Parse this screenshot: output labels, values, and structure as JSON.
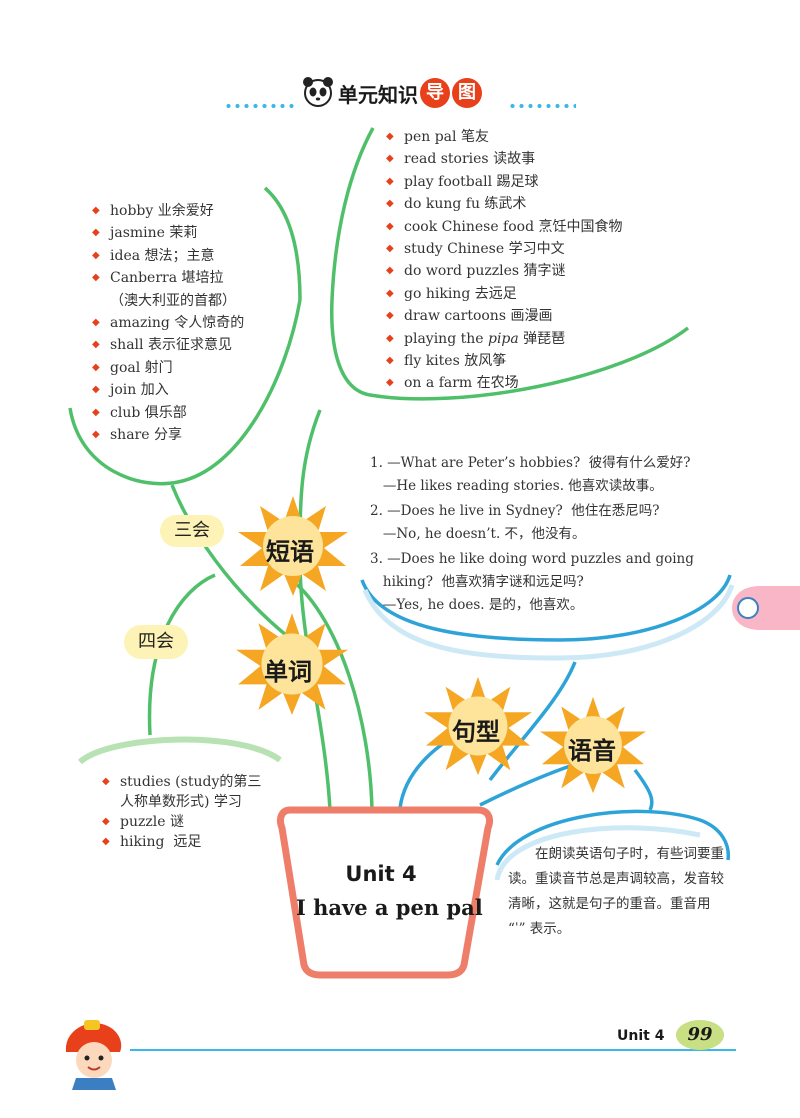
{
  "header": {
    "title": "单元知识",
    "title_highlight": [
      "导",
      "图"
    ]
  },
  "vocab_three": {
    "label": "三会",
    "items": [
      "hobby 业余爱好",
      "jasmine 茉莉",
      "idea 想法；主意",
      "Canberra 堪培拉",
      "（澳大利亚的首都）",
      "amazing 令人惊奇的",
      "shall 表示征求意见",
      "goal 射门",
      "join 加入",
      "club 俱乐部",
      "share 分享"
    ]
  },
  "vocab_four": {
    "label": "四会",
    "items": [
      "studies (study的第三",
      "人称单数形式) 学习",
      "puzzle 谜",
      "hiking  远足"
    ]
  },
  "phrases": {
    "label": "短语",
    "items": [
      {
        "pre": "pen pal 笔友",
        "italic": "",
        "post": ""
      },
      {
        "pre": "read stories 读故事",
        "italic": "",
        "post": ""
      },
      {
        "pre": "play football 踢足球",
        "italic": "",
        "post": ""
      },
      {
        "pre": "do kung fu 练武术",
        "italic": "",
        "post": ""
      },
      {
        "pre": "cook Chinese food 烹饪中国食物",
        "italic": "",
        "post": ""
      },
      {
        "pre": "study Chinese 学习中文",
        "italic": "",
        "post": ""
      },
      {
        "pre": "do word puzzles 猜字谜",
        "italic": "",
        "post": ""
      },
      {
        "pre": "go hiking 去远足",
        "italic": "",
        "post": ""
      },
      {
        "pre": "draw cartoons 画漫画",
        "italic": "",
        "post": ""
      },
      {
        "pre": "playing the ",
        "italic": "pipa",
        "post": " 弹琵琶"
      },
      {
        "pre": "fly kites 放风筝",
        "italic": "",
        "post": ""
      },
      {
        "pre": "on a farm 在农场",
        "italic": "",
        "post": ""
      }
    ]
  },
  "words_label": "单词",
  "sentences": {
    "label": "句型",
    "lines": [
      "1. —What are Peter’s hobbies?  彼得有什么爱好?",
      "   —He likes reading stories. 他喜欢读故事。",
      "2. —Does he live in Sydney?  他住在悉尼吗?",
      "   —No, he doesn’t. 不，他没有。",
      "3. —Does he like doing word puzzles and going",
      "   hiking?  他喜欢猜字谜和远足吗?",
      "   —Yes, he does. 是的，他喜欢。"
    ]
  },
  "pronunciation": {
    "label": "语音",
    "text": "在朗读英语句子时，有些词要重读。重读音节总是声调较高，发音较清晰，这就是句子的重音。重音用 “ˈ” 表示。"
  },
  "unit": {
    "title": "Unit 4",
    "subtitle": "I have a pen pal"
  },
  "footer": {
    "unit_label": "Unit 4",
    "page_number": "99"
  },
  "colors": {
    "branch_green": "#4fbf6a",
    "branch_blue": "#2da3d8",
    "sun_orange": "#f5a623",
    "pot_red": "#ee7e6a",
    "bullet_red": "#e8401a",
    "pill_yellow": "#fdf3b6"
  }
}
